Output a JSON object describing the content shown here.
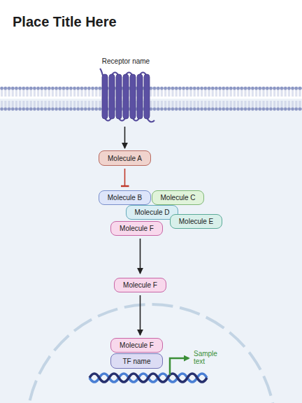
{
  "diagram": {
    "title": "Place Title Here",
    "nodes": [
      {
        "text": [
          "Receptor name"
        ]
      },
      {
        "text": [
          "Molecule A"
        ]
      },
      {
        "text": [
          "Molecule B"
        ]
      },
      {
        "text": [
          "Molecule C"
        ]
      },
      {
        "text": [
          "Molecule D"
        ]
      },
      {
        "text": [
          "Molecule E"
        ]
      },
      {
        "text": [
          "Molecule F"
        ]
      },
      {
        "text": [
          "Molecule F"
        ]
      },
      {
        "text": [
          "Molecule F"
        ]
      },
      {
        "text": [
          "TF name"
        ]
      }
    ],
    "edges": [
      {
        "from": 0,
        "to": 1,
        "arrow": "to"
      },
      {
        "from": 1,
        "to": 2,
        "arrow": "to"
      },
      {
        "from": 6,
        "to": 7,
        "arrow": "to"
      },
      {
        "from": 7,
        "to": 8,
        "arrow": "to"
      }
    ],
    "labels": [
      "Sample text"
    ]
  }
}
